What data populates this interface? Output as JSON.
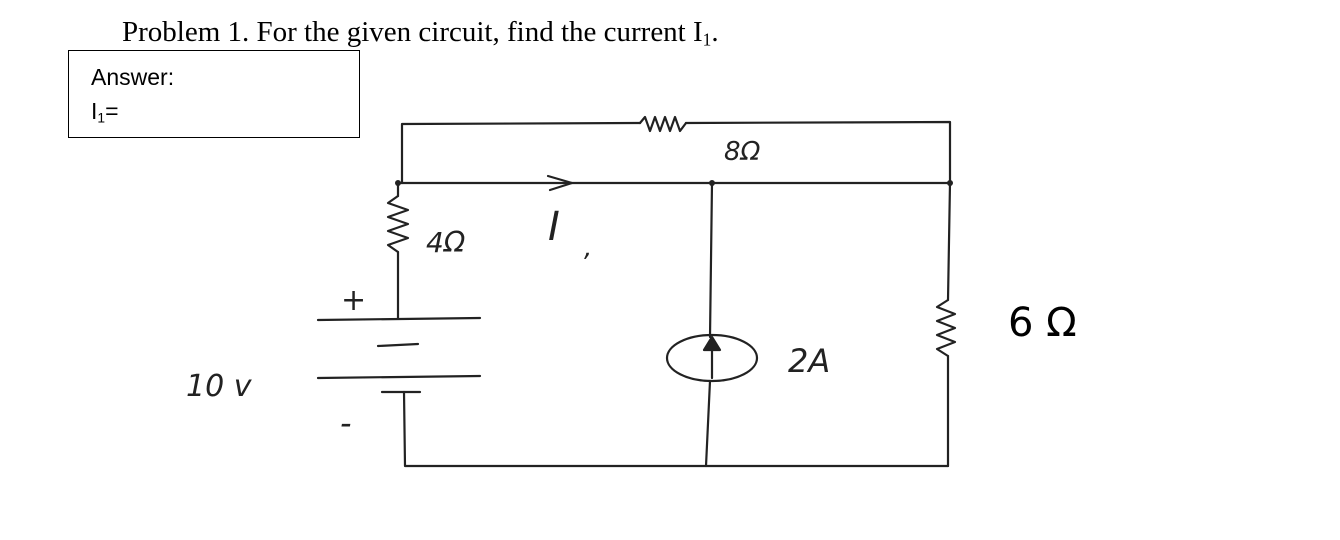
{
  "problem": {
    "title_main": "Problem 1.  For the given circuit, find the current I",
    "title_sub": "1",
    "title_end": "."
  },
  "answer": {
    "label": "Answer:",
    "var": "I",
    "var_sub": "1",
    "equals": "="
  },
  "circuit": {
    "resistor_top": "8Ω",
    "resistor_left": "4Ω",
    "current_label": "I",
    "current_sub": ",",
    "plus_sign": "+",
    "minus_sign": "-",
    "source_voltage": "10 v",
    "source_current": "2A",
    "resistor_right": "6 Ω"
  }
}
